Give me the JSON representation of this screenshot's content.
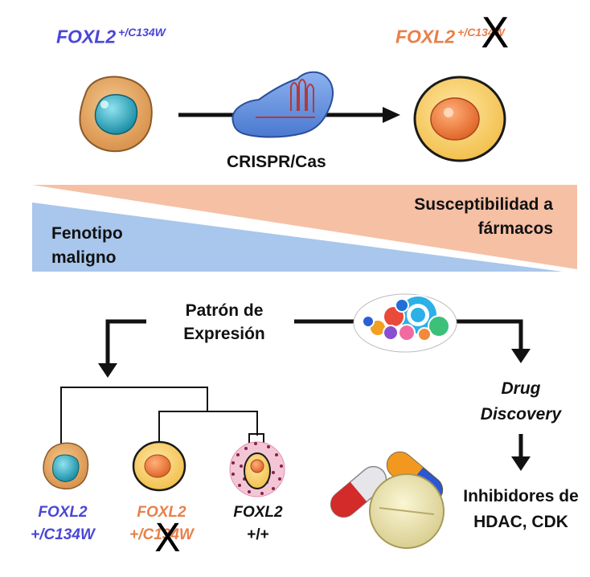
{
  "top": {
    "left_genotype": {
      "gene": "FOXL2",
      "allele": "+/C134W"
    },
    "right_genotype": {
      "gene": "FOXL2",
      "allele": "+/C134W",
      "crossed": "X"
    },
    "method_label": "CRISPR/Cas"
  },
  "gradient": {
    "left_label": [
      "Fenotipo",
      "maligno"
    ],
    "right_label": [
      "Susceptibilidad a",
      "fármacos"
    ],
    "colors": {
      "blue": "#a9c6ec",
      "salmon": "#f6c0a5"
    }
  },
  "middle": {
    "expression_label": [
      "Patrón de",
      "Expresión"
    ],
    "drug_discovery_label": [
      "Drug",
      "Discovery"
    ]
  },
  "bottom": {
    "cells": [
      {
        "gene": "FOXL2",
        "allele": "+/C134W",
        "color": "#4a47d8"
      },
      {
        "gene": "FOXL2",
        "allele": "+/C134W",
        "color": "#e8804a",
        "crossed": "X"
      },
      {
        "gene": "FOXL2",
        "allele": "+/+",
        "color": "#111111"
      }
    ],
    "inhibitors_label": [
      "Inhibidores de",
      "HDAC, CDK"
    ]
  },
  "colors": {
    "blue_text": "#4a47d8",
    "orange_text": "#e8804a"
  }
}
